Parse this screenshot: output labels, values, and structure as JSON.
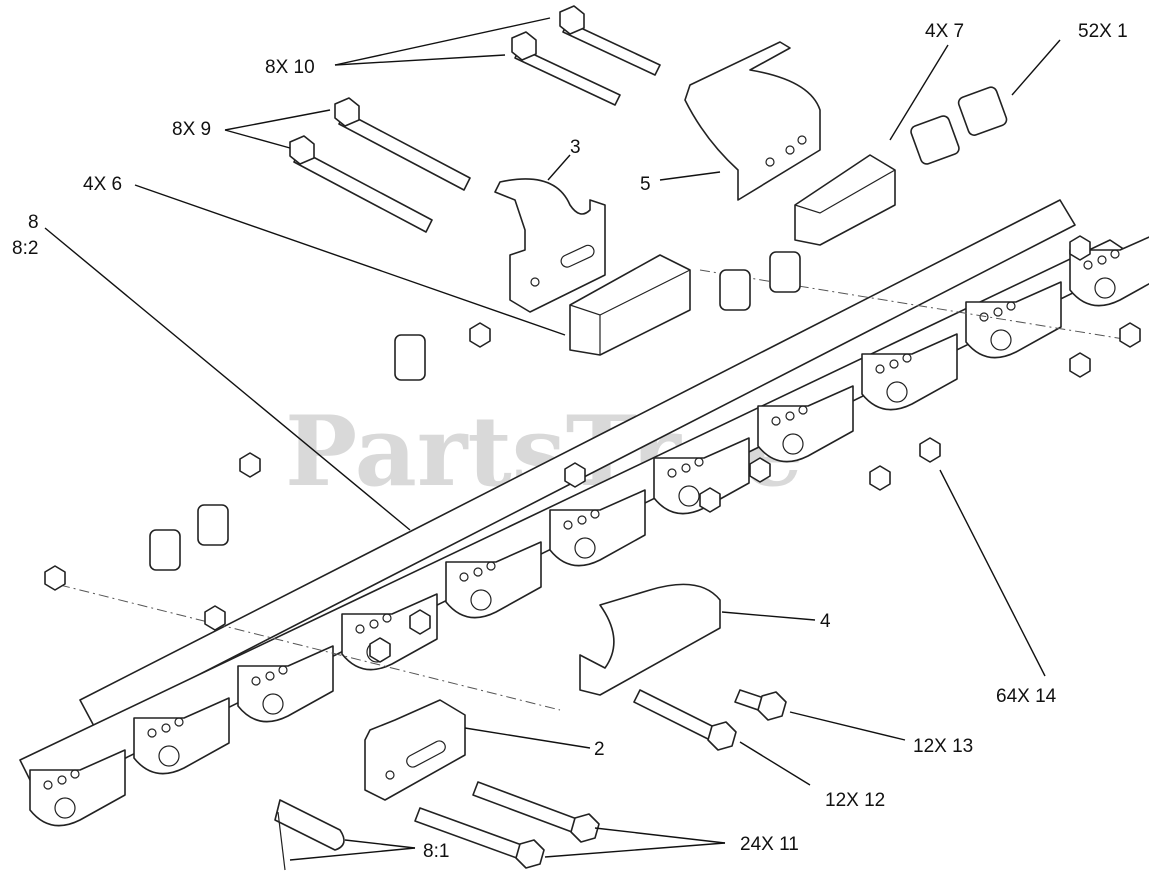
{
  "watermark": "PartsTree",
  "callouts": [
    {
      "id": "c-8x10",
      "text": "8X 10"
    },
    {
      "id": "c-8x9",
      "text": "8X 9"
    },
    {
      "id": "c-4x6",
      "text": "4X 6"
    },
    {
      "id": "c-8",
      "text": "8"
    },
    {
      "id": "c-8-2",
      "text": "8:2"
    },
    {
      "id": "c-3",
      "text": "3"
    },
    {
      "id": "c-5",
      "text": "5"
    },
    {
      "id": "c-4x7",
      "text": "4X 7"
    },
    {
      "id": "c-52x1",
      "text": "52X 1"
    },
    {
      "id": "c-4",
      "text": "4"
    },
    {
      "id": "c-64x14",
      "text": "64X 14"
    },
    {
      "id": "c-12x13",
      "text": "12X 13"
    },
    {
      "id": "c-2",
      "text": "2"
    },
    {
      "id": "c-12x12",
      "text": "12X 12"
    },
    {
      "id": "c-24x11",
      "text": "24X 11"
    },
    {
      "id": "c-8-1",
      "text": "8:1"
    }
  ]
}
